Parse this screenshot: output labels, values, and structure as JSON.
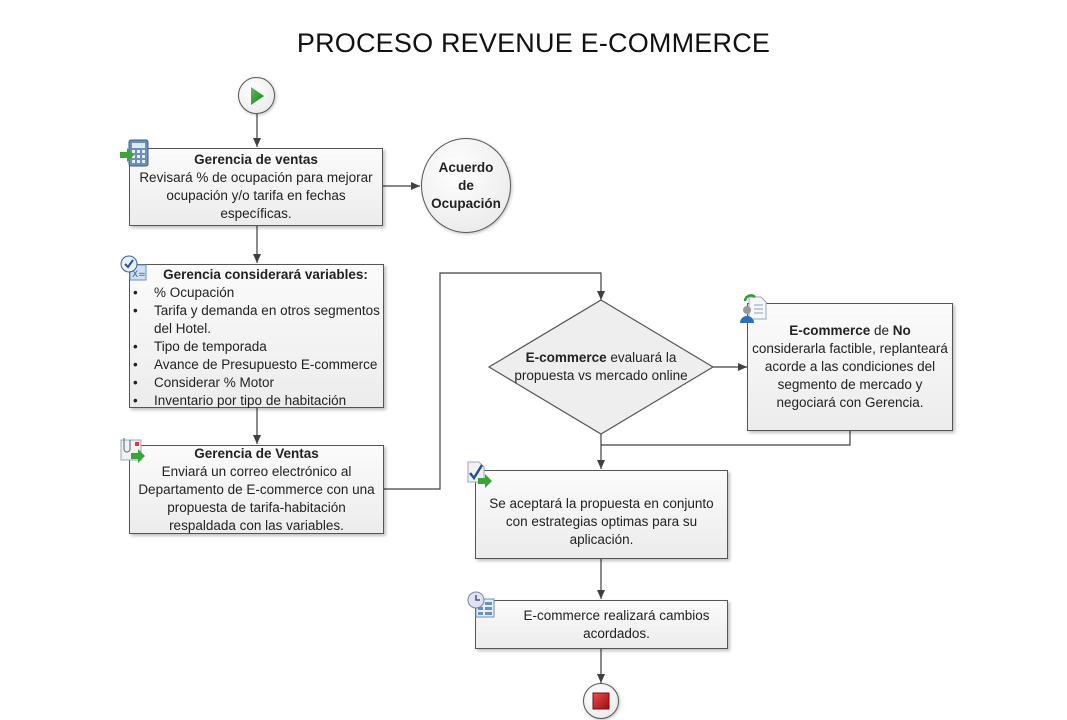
{
  "title": "PROCESO REVENUE E-COMMERCE",
  "nodes": {
    "start": {
      "icon": "play-icon"
    },
    "ventas_1": {
      "heading": "Gerencia de ventas",
      "body": "Revisará % de ocupación para mejorar ocupación y/o tarifa en fechas específicas.",
      "icon": "calculator-icon"
    },
    "acuerdo": {
      "lines": [
        "Acuerdo",
        "de",
        "Ocupación"
      ]
    },
    "variables": {
      "heading": "Gerencia considerará variables:",
      "icon": "checklist-icon",
      "items": [
        "% Ocupación",
        "Tarifa y demanda en otros segmentos del Hotel.",
        "Tipo de temporada",
        "Avance de Presupuesto E-commerce",
        "Considerar % Motor",
        "Inventario por tipo de habitación"
      ]
    },
    "ventas_2": {
      "heading": "Gerencia de Ventas",
      "body": "Enviará un correo electrónico al Departamento de E-commerce con una propuesta de tarifa-habitación respaldada con las variables.",
      "icon": "email-attachment-icon"
    },
    "decision": {
      "bold": "E-commerce",
      "rest": " evaluará la propuesta vs mercado online"
    },
    "no_factible": {
      "bold1": "E-commerce",
      "mid": " de ",
      "bold2": "No",
      "rest": " considerarla factible, replanteará acorde a las condiciones del segmento de mercado y negociará con Gerencia.",
      "icon": "user-document-icon"
    },
    "aceptar": {
      "body": "Se aceptará la propuesta en conjunto con estrategias optimas para su aplicación.",
      "icon": "approved-document-icon"
    },
    "cambios": {
      "body": "E-commerce realizará cambios acordados.",
      "icon": "scheduled-task-icon"
    },
    "end": {
      "icon": "stop-icon"
    }
  },
  "colors": {
    "start_green": "#3a9a3a",
    "end_red": "#c0181e",
    "line": "#404040"
  }
}
